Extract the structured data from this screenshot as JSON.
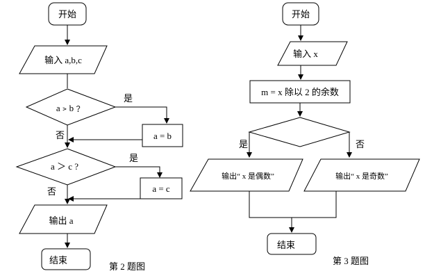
{
  "flowchart_2": {
    "start": "开始",
    "input": "输入 a,b,c",
    "cond1": "a﹥b﹖",
    "cond1_yes": "是",
    "cond1_no": "否",
    "assign1": "a = b",
    "cond2": "a ＞ c ?",
    "cond2_yes": "是",
    "cond2_no": "否",
    "assign2": "a = c",
    "output": "输出 a",
    "end": "结束",
    "caption": "第 2 题图"
  },
  "flowchart_3": {
    "start": "开始",
    "input": "输入 x",
    "process": "m = x 除以 2 的余数",
    "cond_yes": "是",
    "cond_no": "否",
    "output_yes": "输出“ x 是偶数”",
    "output_no": "输出“ x 是奇数”",
    "end": "结束",
    "caption": "第 3 题图"
  }
}
